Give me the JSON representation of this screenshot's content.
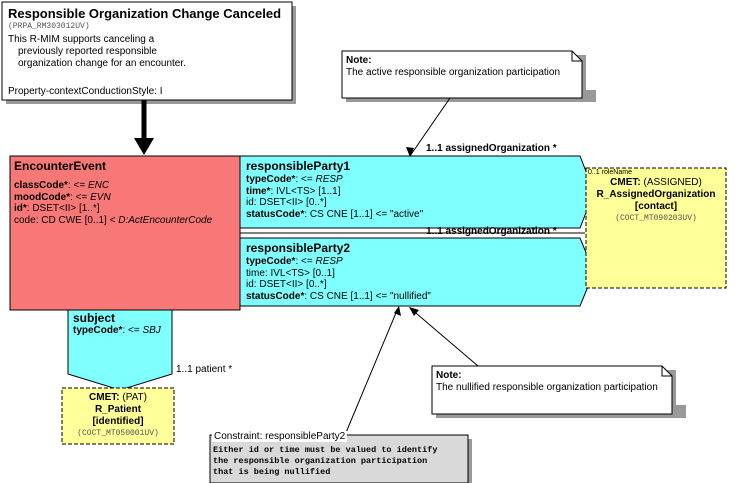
{
  "header": {
    "title": "Responsible Organization Change Canceled",
    "id": "(PRPA_RM303012UV)",
    "description_lines": [
      "This R-MIM supports canceling a",
      "previously reported responsible",
      "organization change for an encounter."
    ],
    "property": "Property-contextConductionStyle: I"
  },
  "note_top": {
    "title": "Note:",
    "text": "The active responsible organization participation"
  },
  "note_bottom": {
    "title": "Note:",
    "text": "The nullified responsible organization participation"
  },
  "encounter": {
    "title": "EncounterEvent",
    "attrs": [
      {
        "name": "classCode*",
        "rest": ": <= ",
        "val": "ENC"
      },
      {
        "name": "moodCode*",
        "rest": ": <= ",
        "val": "EVN"
      },
      {
        "name": "id*",
        "rest": ": DSET<II> [1..*]",
        "val": ""
      },
      {
        "name": "code",
        "rest": ": CD CWE [0..1] < ",
        "val": "D:ActEncounterCode"
      }
    ]
  },
  "rp1": {
    "title": "responsibleParty1",
    "attrs": [
      {
        "name": "typeCode*",
        "rest": ": <= ",
        "val": "RESP"
      },
      {
        "name": "time*",
        "rest": ": IVL<TS> [1..1]",
        "val": ""
      },
      {
        "name": "id",
        "rest": ": DSET<II> [0..*]",
        "val": ""
      },
      {
        "name": "statusCode*",
        "rest": ": CS CNE [1..1] <= \"active\"",
        "val": ""
      }
    ]
  },
  "rp2": {
    "title": "responsibleParty2",
    "attrs": [
      {
        "name": "typeCode*",
        "rest": ": <= ",
        "val": "RESP"
      },
      {
        "name": "time",
        "rest": ": IVL<TS> [0..1]",
        "val": ""
      },
      {
        "name": "id",
        "rest": ": DSET<II> [0..*]",
        "val": ""
      },
      {
        "name": "statusCode*",
        "rest": ": CS CNE [1..1] <= \"nullified\"",
        "val": ""
      }
    ]
  },
  "subject": {
    "title": "subject",
    "attr_name": "typeCode*",
    "attr_rest": ": <= ",
    "attr_val": "SBJ"
  },
  "labels": {
    "assigned1": "1..1 assignedOrganization  *",
    "assigned2": "1..1 assignedOrganization  *",
    "patient": "1..1 patient  *",
    "role_name": "0..1 roleName"
  },
  "cmet_org": {
    "prefix": "CMET:",
    "type": "(ASSIGNED)",
    "name": "R_AssignedOrganization",
    "sub": "[contact]",
    "id": "(COCT_MT090203UV)"
  },
  "cmet_patient": {
    "prefix": "CMET:",
    "type": "(PAT)",
    "name": "R_Patient",
    "sub": "[identified]",
    "id": "(COCT_MT050001UV)"
  },
  "constraint": {
    "title": "Constraint: responsibleParty2",
    "lines": [
      "Either id or time must be valued to identify",
      "the responsible organization participation",
      "that is being nullified"
    ]
  },
  "colors": {
    "act": "#F87878",
    "participation": "#80FFFF",
    "cmet": "#FFFF99",
    "constraint": "#D9D9D9"
  }
}
